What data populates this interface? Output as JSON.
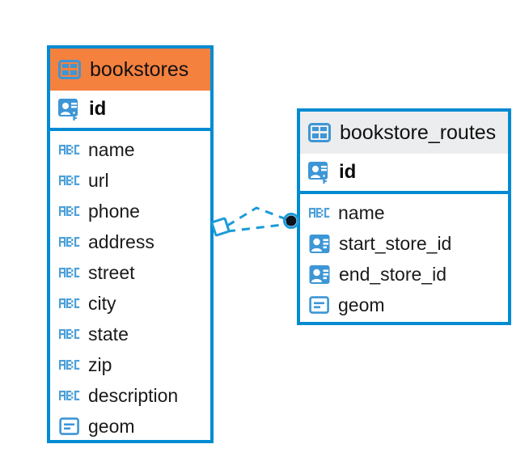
{
  "diagram": {
    "type": "entity-relationship-diagram",
    "colors": {
      "border_blue": "#008BD2",
      "header_orange": "#F5813F",
      "header_gray": "#ECEDEE",
      "icon_blue": "#3D96D6",
      "abc_blue": "#4A9FD8",
      "canvas": "#FFFFFF"
    },
    "entities": [
      {
        "name": "bookstores",
        "header_style": "orange",
        "table_icon": "table-icon",
        "primary_key": {
          "label": "id",
          "icon": "primary-key-icon"
        },
        "fields": [
          {
            "label": "name",
            "icon": "abc-text-icon"
          },
          {
            "label": "url",
            "icon": "abc-text-icon"
          },
          {
            "label": "phone",
            "icon": "abc-text-icon"
          },
          {
            "label": "address",
            "icon": "abc-text-icon"
          },
          {
            "label": "street",
            "icon": "abc-text-icon"
          },
          {
            "label": "city",
            "icon": "abc-text-icon"
          },
          {
            "label": "state",
            "icon": "abc-text-icon"
          },
          {
            "label": "zip",
            "icon": "abc-text-icon"
          },
          {
            "label": "description",
            "icon": "abc-text-icon"
          },
          {
            "label": "geom",
            "icon": "geometry-icon"
          }
        ]
      },
      {
        "name": "bookstore_routes",
        "header_style": "gray",
        "table_icon": "table-icon",
        "primary_key": {
          "label": "id",
          "icon": "primary-key-icon"
        },
        "fields": [
          {
            "label": "name",
            "icon": "abc-text-icon"
          },
          {
            "label": "start_store_id",
            "icon": "foreign-key-icon"
          },
          {
            "label": "end_store_id",
            "icon": "foreign-key-icon"
          },
          {
            "label": "geom",
            "icon": "geometry-icon"
          }
        ]
      }
    ],
    "relationships": [
      {
        "from_entity": "bookstores",
        "from_field": "id",
        "to_entity": "bookstore_routes",
        "to_field": "start_store_id",
        "line_style": "dashed",
        "source_marker": "diamond-marker",
        "target_marker": "filled-circle-marker"
      },
      {
        "from_entity": "bookstores",
        "from_field": "id",
        "to_entity": "bookstore_routes",
        "to_field": "end_store_id",
        "line_style": "dashed",
        "source_marker": "diamond-marker",
        "target_marker": "filled-circle-marker"
      }
    ]
  }
}
